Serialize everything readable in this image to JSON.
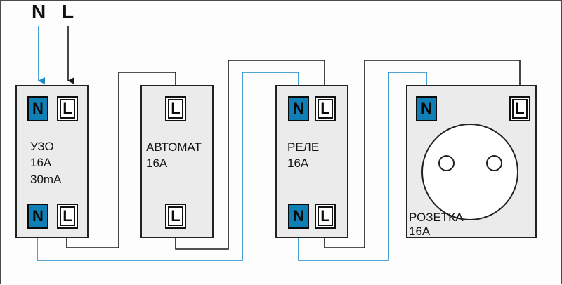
{
  "supply": {
    "neutral": "N",
    "live": "L"
  },
  "colors": {
    "neutral_wire": "#1a8ac7",
    "live_wire": "#1a1a1a",
    "n_terminal": "#0f7fb5",
    "device_fill": "#ebebeb"
  },
  "devices": {
    "rcd": {
      "line1": "УЗО",
      "line2": "16А",
      "line3": "30mA",
      "t_top_n": "N",
      "t_top_l": "L",
      "t_bot_n": "N",
      "t_bot_l": "L"
    },
    "breaker": {
      "line1": "АВТОМАТ",
      "line2": "16А",
      "t_top_l": "L",
      "t_bot_l": "L"
    },
    "relay": {
      "line1": "РЕЛЕ",
      "line2": "16А",
      "t_top_n": "N",
      "t_top_l": "L",
      "t_bot_n": "N",
      "t_bot_l": "L"
    },
    "socket": {
      "line1": "РОЗЕТКА",
      "line2": "16А",
      "t_n": "N",
      "t_l": "L"
    }
  }
}
